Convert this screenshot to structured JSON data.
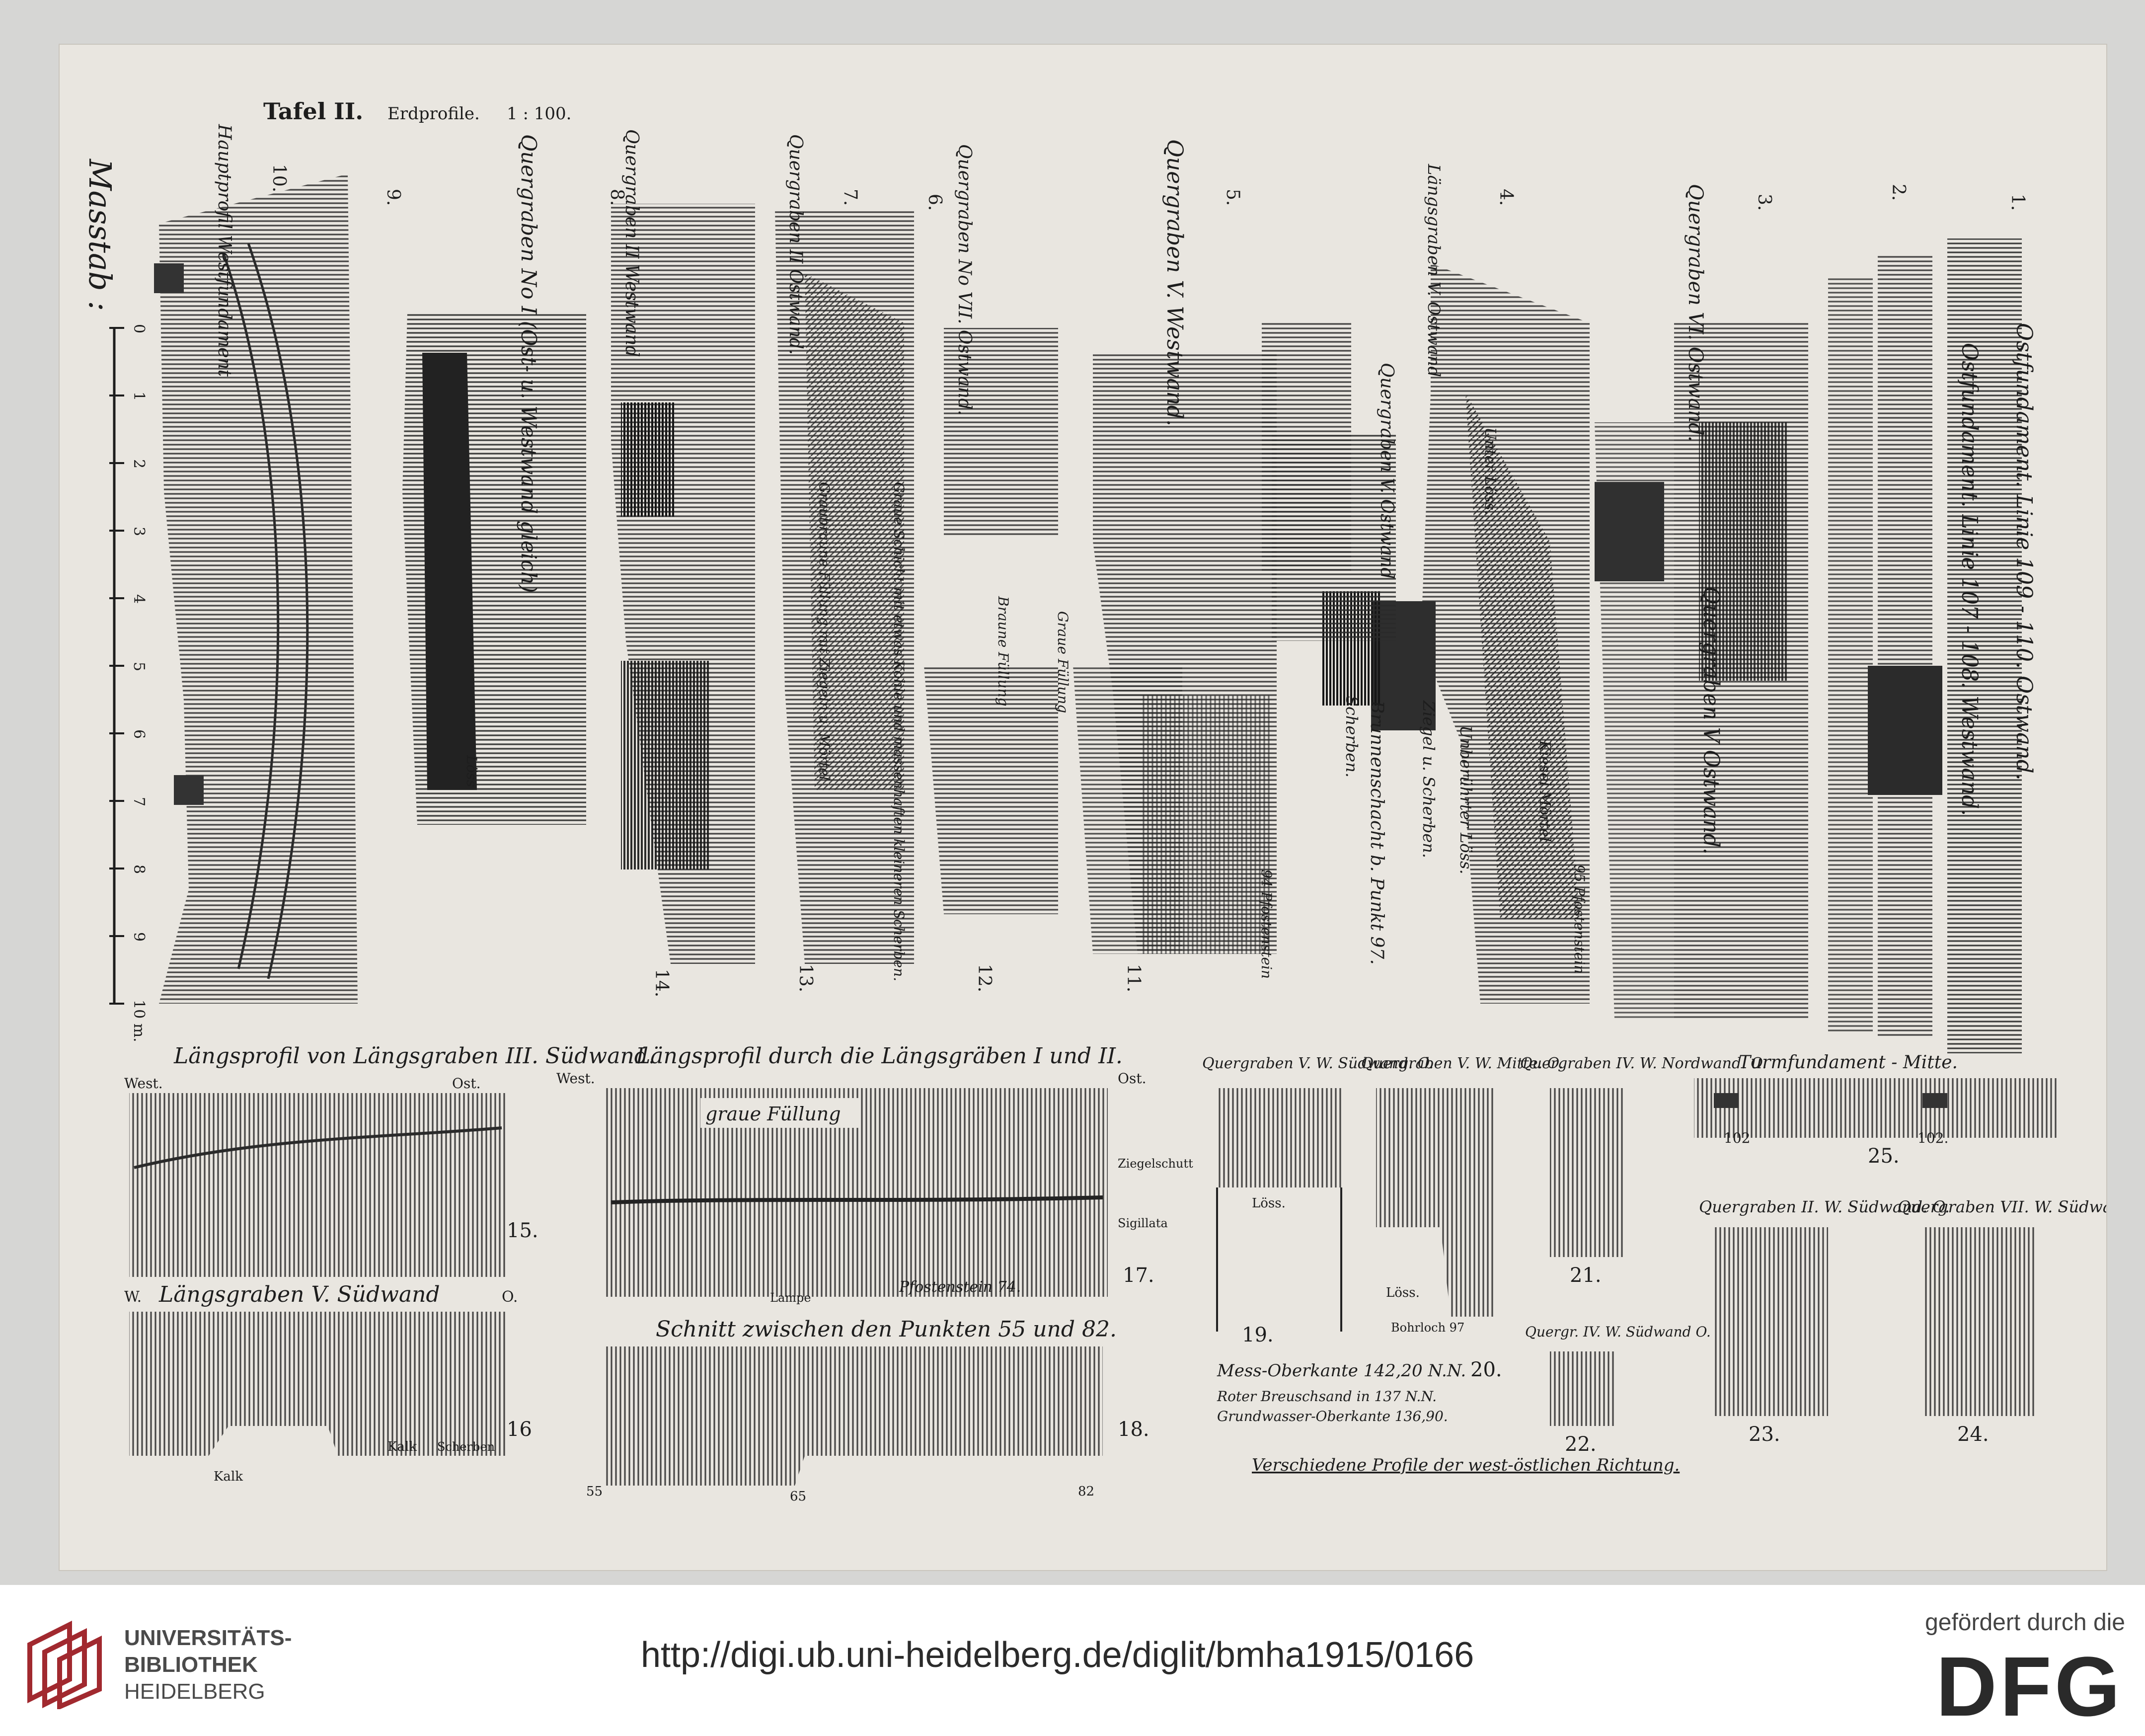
{
  "plate": {
    "title": "Tafel II.",
    "subtitle": "Erdprofile.",
    "scale": "1 : 100.",
    "scalebar_label": "Masstab :",
    "scalebar_ticks": [
      "0",
      "1",
      "2",
      "3",
      "4",
      "5",
      "6",
      "7",
      "8",
      "9",
      "10 m."
    ],
    "vertical_titles": [
      "Ostfundament. Linie 109 - 110. Ostwand.",
      "Ostfundament. Linie 107 - 108. Westwand.",
      "Quergraben V Ostwand.",
      "Quergraben VI. Ostwand.",
      "Längsgraben V. Ostwand",
      "Quergraben V. Ostwand",
      "Quergraben V. Westwand.",
      "Quergraben No VII. Ostwand.",
      "Quergraben II Ostwand.",
      "Quergraben II Westwand",
      "Quergraben No I (Ost- u. Westwand gleich)",
      "Hauptprofil Westfundament"
    ],
    "vertical_annotations": [
      "Brunnenschacht b. Punkt 97.",
      "Unberührter Löss.",
      "Ziegel u. Scherben.",
      "Scherben.",
      "Unter Löss.",
      "Kiesel Mörtel",
      "95 Pfostenstein",
      "94 Pfostenstein",
      "Graue Schicht mit etwas Kohle und massenhaften kleineren Scherben.",
      "Graubraune Füllung mit Ziegeln u. Mörtel",
      "Braune Füllung",
      "Graue Füllung",
      "Löss"
    ],
    "bottom_titles": [
      "Längsprofil von Längsgraben III. Südwand.",
      "Längsprofil durch die Längsgräben I und II.",
      "Längsgraben V. Südwand",
      "Schnitt zwischen den Punkten 55 und 82.",
      "Turmfundament - Mitte.",
      "Quergraben V. W. Südwand. O.",
      "Quergraben V. W. Mitte. O.",
      "Quergraben IV. W. Nordwand. O.",
      "Quergr. IV. W. Südwand O.",
      "Quergraben II. W. Südwand. O.",
      "Quergraben VII. W. Südwand. O."
    ],
    "bottom_labels": {
      "west": "West.",
      "ost": "Ost.",
      "sudwand": "Südwand.",
      "w": "W.",
      "o": "O.",
      "graue_fullung": "graue Füllung",
      "ziegelschutt": "Ziegelschutt",
      "sigillata": "Sigillata",
      "lampe": "Lampe",
      "pfostenstein": "Pfostenstein 74.",
      "kalk": "Kalk",
      "scherben": "Scherben",
      "loss": "Löss.",
      "bohrloch": "Bohrloch 97",
      "mess_oberkante": "Mess-Oberkante 142,20 N.N.",
      "roter_breuschsand": "Roter Breuschsand in 137 N.N.",
      "grundwasser": "Grundwasser-Oberkante 136,90.",
      "verschiedene": "Verschiedene Profile der west-östlichen Richtung.",
      "p55": "55",
      "p65": "65",
      "p82": "82",
      "p102a": "102",
      "p102b": "102."
    },
    "figure_numbers": [
      "1.",
      "2.",
      "3.",
      "4.",
      "5.",
      "6.",
      "7.",
      "8.",
      "9.",
      "10.",
      "11.",
      "12.",
      "13.",
      "14.",
      "15.",
      "16",
      "17.",
      "18.",
      "19.",
      "20.",
      "21.",
      "22.",
      "23.",
      "24.",
      "25."
    ]
  },
  "footer": {
    "institution_line1": "UNIVERSITÄTS-",
    "institution_line2": "BIBLIOTHEK",
    "institution_line3": "HEIDELBERG",
    "url": "http://digi.ub.uni-heidelberg.de/diglit/bmha1915/0166",
    "sponsor_label": "gefördert durch die",
    "sponsor_logo": "DFG"
  }
}
